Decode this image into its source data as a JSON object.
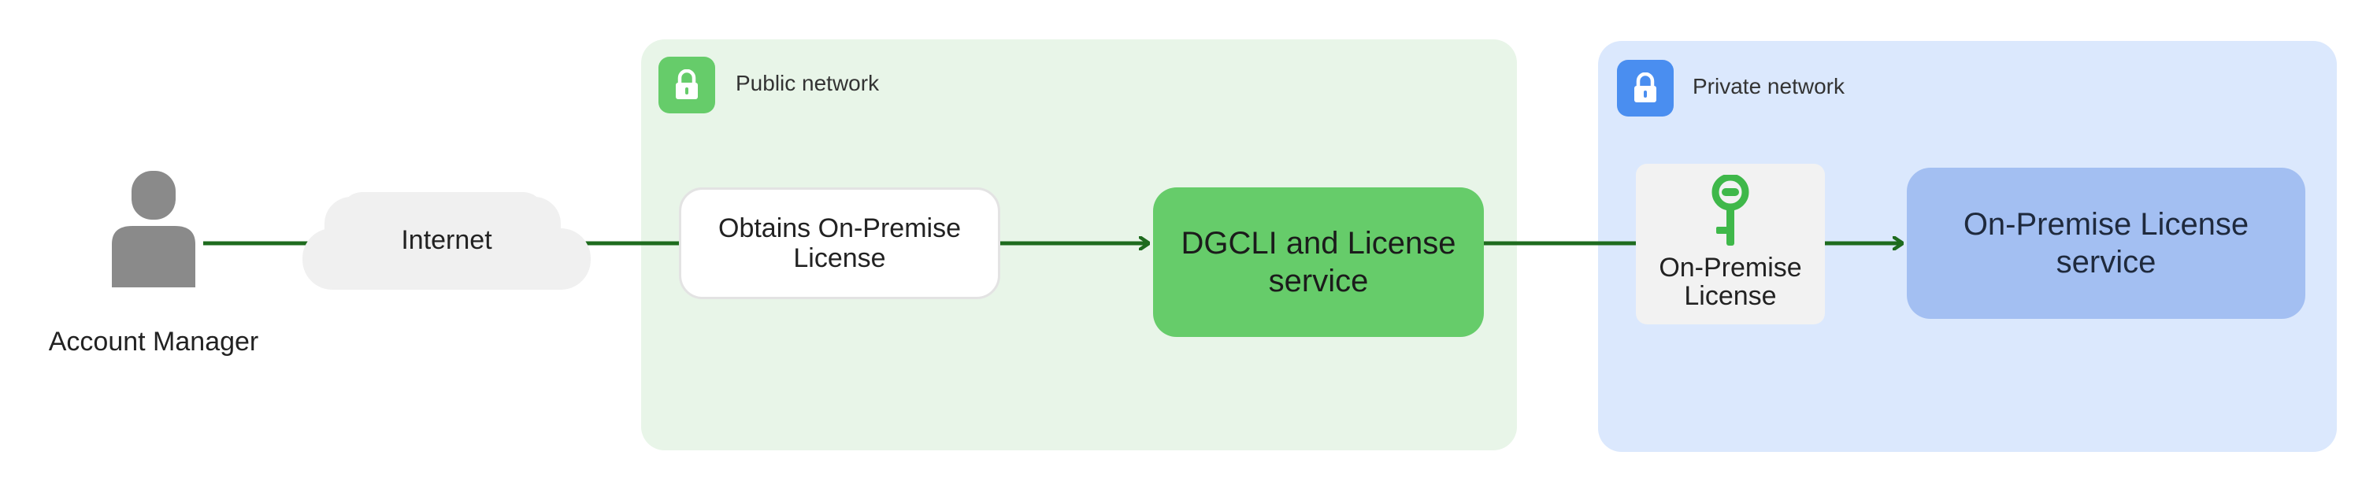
{
  "zones": {
    "public": {
      "label": "Public network",
      "icon": "lock-icon",
      "color": "#66cc6a"
    },
    "private": {
      "label": "Private network",
      "icon": "lock-icon",
      "color": "#4a8ef0"
    }
  },
  "actor": {
    "label": "Account Manager",
    "icon": "person-icon"
  },
  "cloud": {
    "label": "Internet",
    "icon": "cloud-icon"
  },
  "nodes": {
    "obtains": "Obtains On-Premise License",
    "dgcli": "DGCLI and License service",
    "key": {
      "label": "On-Premise License",
      "icon": "key-icon"
    },
    "onprem_service": "On-Premise License service"
  },
  "colors": {
    "connector": "#1e6b1e",
    "public_zone": "#e8f5e8",
    "private_zone": "#dbe8fd",
    "dgcli": "#66cc6a",
    "onprem_service": "#a3bff2",
    "key": "#3fb84a"
  }
}
